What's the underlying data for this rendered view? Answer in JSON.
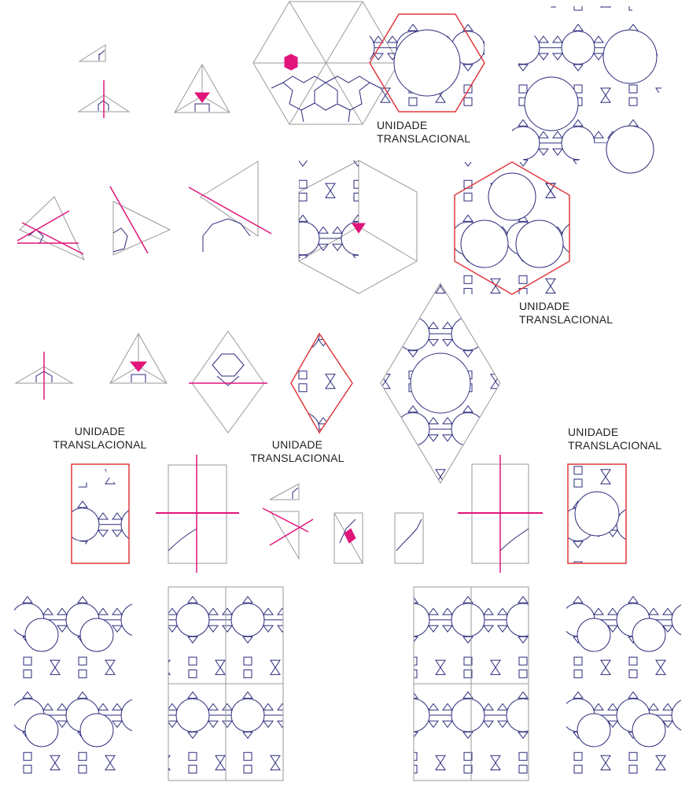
{
  "colors": {
    "background": "#ffffff",
    "pattern": "#2b2b7c",
    "outline": "#9a9a9a",
    "translational_unit": "#e0383b",
    "symmetry_element": "#e0147a"
  },
  "labels": [
    {
      "line1": "UNIDADE",
      "line2": "TRANSLACIONAL"
    },
    {
      "line1": "UNIDADE",
      "line2": "TRANSLACIONAL"
    },
    {
      "line1": "UNIDADE",
      "line2": "TRANSLACIONAL"
    },
    {
      "line1": "UNIDADE",
      "line2": "TRANSLACIONAL"
    },
    {
      "line1": "UNIDADE",
      "line2": "TRANSLACIONAL"
    }
  ]
}
